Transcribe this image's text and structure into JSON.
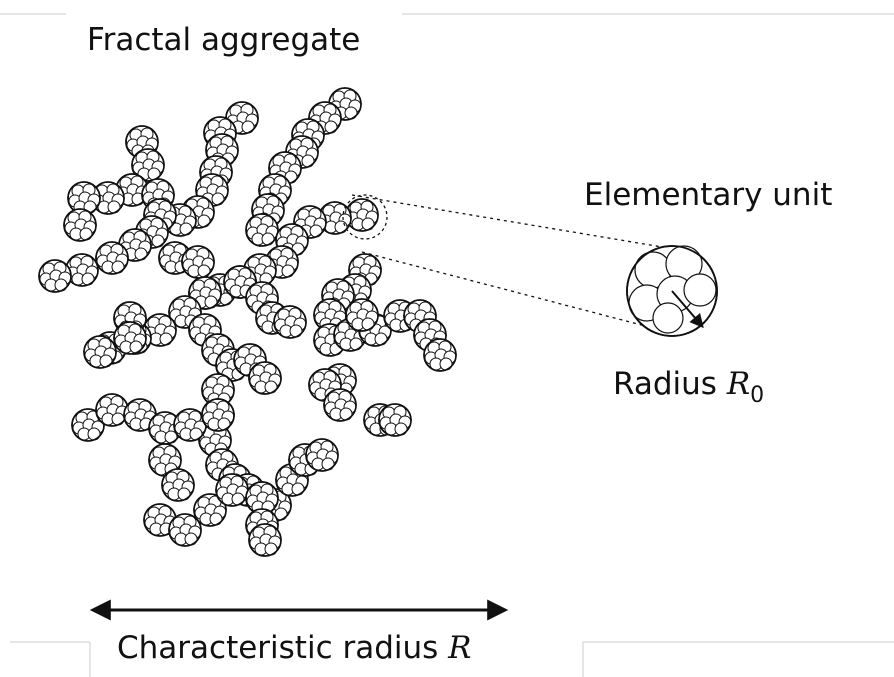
{
  "title": "Fractal aggregate",
  "elementary_unit": {
    "title": "Elementary unit",
    "radius_word": "Radius",
    "radius_symbol": "R",
    "radius_subscript": "0"
  },
  "scale": {
    "label_text": "Characteristic radius",
    "symbol": "R"
  },
  "colors": {
    "ink": "#111111",
    "particle_fill": "#ffffff"
  }
}
